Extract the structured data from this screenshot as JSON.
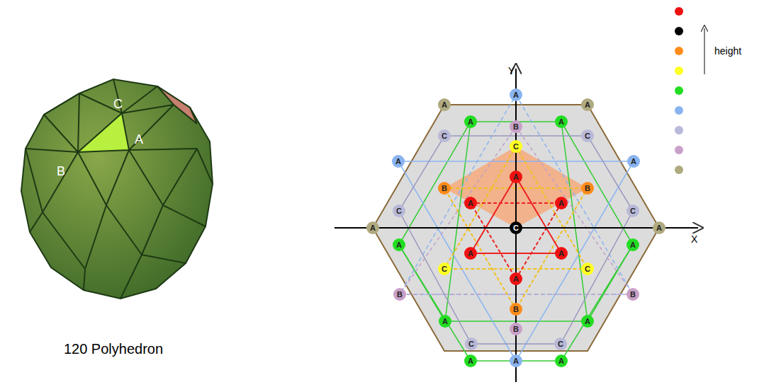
{
  "diagram": {
    "caption": "120 Polyhedron",
    "nodes": [
      {
        "text": [
          "A"
        ]
      },
      {
        "text": [
          "A"
        ]
      },
      {
        "text": [
          "A"
        ]
      },
      {
        "text": [
          "A"
        ]
      },
      {
        "text": [
          "A"
        ]
      },
      {
        "text": [
          "B"
        ]
      },
      {
        "text": [
          "C"
        ]
      },
      {
        "text": [
          "C"
        ]
      },
      {
        "text": [
          "C"
        ]
      },
      {
        "text": [
          "A"
        ]
      },
      {
        "text": [
          "A"
        ]
      },
      {
        "text": [
          "A"
        ]
      },
      {
        "text": [
          "B"
        ]
      },
      {
        "text": [
          "B"
        ]
      },
      {
        "text": [
          "A"
        ]
      },
      {
        "text": [
          "A"
        ]
      },
      {
        "text": [
          "C"
        ]
      },
      {
        "text": [
          "C"
        ]
      },
      {
        "text": [
          "A"
        ]
      },
      {
        "text": [
          "C"
        ]
      },
      {
        "text": [
          "A"
        ]
      },
      {
        "text": [
          "A"
        ]
      },
      {
        "text": [
          "A"
        ]
      },
      {
        "text": [
          "A"
        ]
      },
      {
        "text": [
          "A"
        ]
      },
      {
        "text": [
          "C"
        ]
      },
      {
        "text": [
          "C"
        ]
      },
      {
        "text": [
          "A"
        ]
      },
      {
        "text": [
          "B"
        ]
      },
      {
        "text": [
          "B"
        ]
      },
      {
        "text": [
          "B"
        ]
      },
      {
        "text": [
          "A"
        ]
      },
      {
        "text": [
          "A"
        ]
      },
      {
        "text": [
          "B"
        ]
      },
      {
        "text": [
          "C"
        ]
      },
      {
        "text": [
          "C"
        ]
      },
      {
        "text": [
          "A"
        ]
      },
      {
        "text": [
          "A"
        ]
      },
      {
        "text": [
          "A"
        ]
      }
    ],
    "labels": [
      "C",
      "A",
      "B",
      "Y",
      "X",
      "height"
    ]
  }
}
